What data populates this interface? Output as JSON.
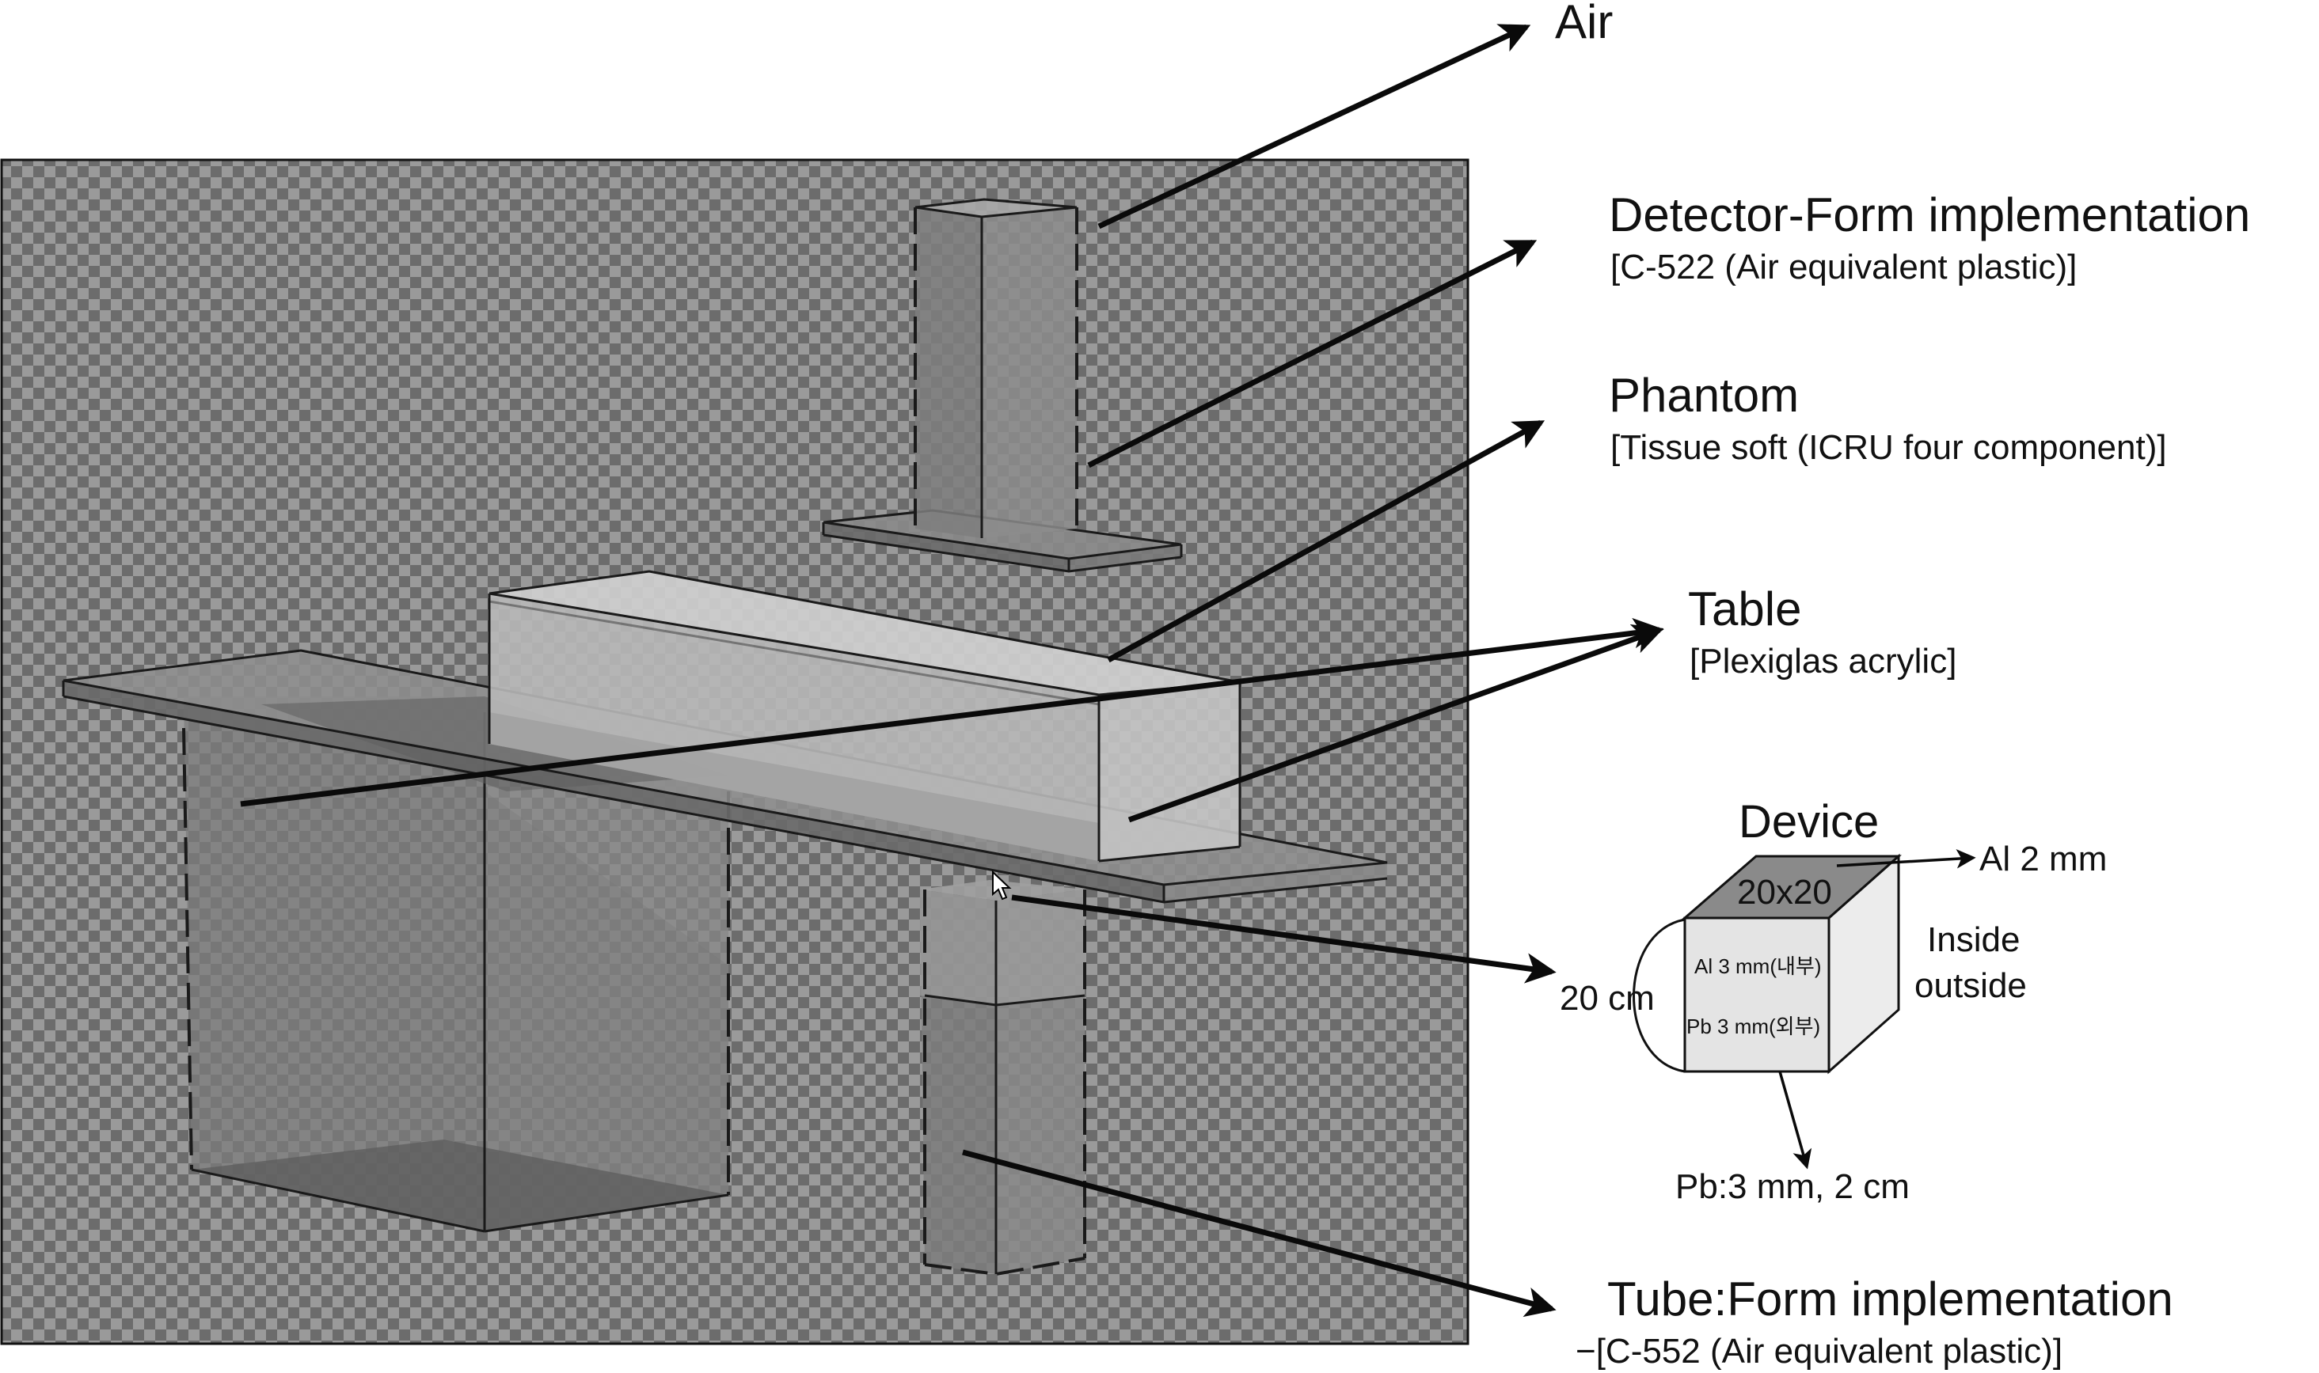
{
  "labels": {
    "air": "Air",
    "detector_title": "Detector-Form implementation",
    "detector_material": "[C-522 (Air equivalent plastic)]",
    "phantom_title": "Phantom",
    "phantom_material": "[Tissue soft (ICRU four component)]",
    "table_title": "Table",
    "table_material": "[Plexiglas acrylic]",
    "tube_title": "Tube:Form implementation",
    "tube_material": "−[C-552 (Air equivalent plastic)]"
  },
  "device": {
    "title": "Device",
    "top_face": "20x20",
    "al_top": "Al 2 mm",
    "front_line1": "Al 3 mm(내부)",
    "front_line2": "Pb 3 mm(외부)",
    "side_line1": "Inside",
    "side_line2": "outside",
    "height_label": "20 cm",
    "bottom_label": "Pb:3 mm, 2 cm"
  },
  "colors": {
    "checker_dark": "#6c6c6c",
    "checker_light": "#9a9a9a",
    "arrow": "#0a0a0a"
  }
}
